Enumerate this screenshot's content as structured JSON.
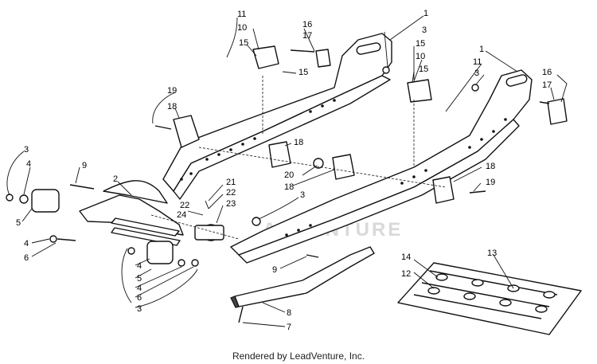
{
  "diagram": {
    "watermark": "ADVENTURE",
    "footer": "Rendered by LeadVenture, Inc.",
    "callouts": [
      {
        "id": "c11a",
        "label": "11"
      },
      {
        "id": "c10a",
        "label": "10"
      },
      {
        "id": "c15a",
        "label": "15"
      },
      {
        "id": "c15b",
        "label": "15"
      },
      {
        "id": "c16a",
        "label": "16"
      },
      {
        "id": "c17a",
        "label": "17"
      },
      {
        "id": "c1a",
        "label": "1"
      },
      {
        "id": "c3a",
        "label": "3"
      },
      {
        "id": "c15c",
        "label": "15"
      },
      {
        "id": "c10b",
        "label": "10"
      },
      {
        "id": "c15d",
        "label": "15"
      },
      {
        "id": "c1b",
        "label": "1"
      },
      {
        "id": "c11b",
        "label": "11"
      },
      {
        "id": "c3b",
        "label": "3"
      },
      {
        "id": "c16b",
        "label": "16"
      },
      {
        "id": "c17b",
        "label": "17"
      },
      {
        "id": "c19a",
        "label": "19"
      },
      {
        "id": "c18a",
        "label": "18"
      },
      {
        "id": "c18b",
        "label": "18"
      },
      {
        "id": "c20",
        "label": "20"
      },
      {
        "id": "c18c",
        "label": "18"
      },
      {
        "id": "c18d",
        "label": "18"
      },
      {
        "id": "c19b",
        "label": "19"
      },
      {
        "id": "c3c",
        "label": "3"
      },
      {
        "id": "c4a",
        "label": "4"
      },
      {
        "id": "c9a",
        "label": "9"
      },
      {
        "id": "c2",
        "label": "2"
      },
      {
        "id": "c21",
        "label": "21"
      },
      {
        "id": "c22a",
        "label": "22"
      },
      {
        "id": "c22b",
        "label": "22"
      },
      {
        "id": "c24",
        "label": "24"
      },
      {
        "id": "c23",
        "label": "23"
      },
      {
        "id": "c3d",
        "label": "3"
      },
      {
        "id": "c5a",
        "label": "5"
      },
      {
        "id": "c4b",
        "label": "4"
      },
      {
        "id": "c6a",
        "label": "6"
      },
      {
        "id": "c4c",
        "label": "4"
      },
      {
        "id": "c5b",
        "label": "5"
      },
      {
        "id": "c4d",
        "label": "4"
      },
      {
        "id": "c6b",
        "label": "6"
      },
      {
        "id": "c3e",
        "label": "3"
      },
      {
        "id": "c9b",
        "label": "9"
      },
      {
        "id": "c8",
        "label": "8"
      },
      {
        "id": "c7",
        "label": "7"
      },
      {
        "id": "c14",
        "label": "14"
      },
      {
        "id": "c13",
        "label": "13"
      },
      {
        "id": "c12",
        "label": "12"
      }
    ]
  }
}
